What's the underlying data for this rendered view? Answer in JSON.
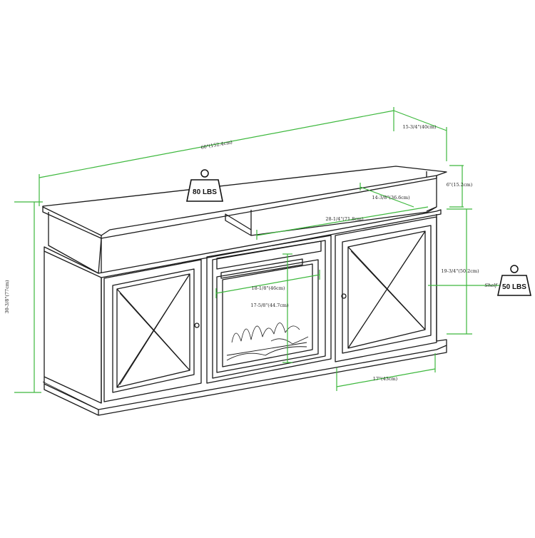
{
  "dimensions": {
    "width": "60\"(152.4cm)",
    "depth": "15-3/4\"(40cm)",
    "top_shelf_height": "6\"(15.2cm)",
    "top_shelf_depth": "14-3/8\"(36.6cm)",
    "top_shelf_width": "28-1/4\"(71.8cm)",
    "cabinet_height": "19-3/4\"(50.2cm)",
    "overall_height": "30-3/8\"(77cm)",
    "fireplace_width": "18-1/8\"(46cm)",
    "fireplace_height": "17-5/8\"(44.7cm)",
    "door_width": "17\"(43cm)"
  },
  "weights": {
    "top": "80 LBS",
    "shelf": "50 LBS"
  },
  "labels": {
    "shelf": "Shelf"
  },
  "colors": {
    "dimension_line": "#3db83d",
    "outline": "#1a1a1a"
  }
}
